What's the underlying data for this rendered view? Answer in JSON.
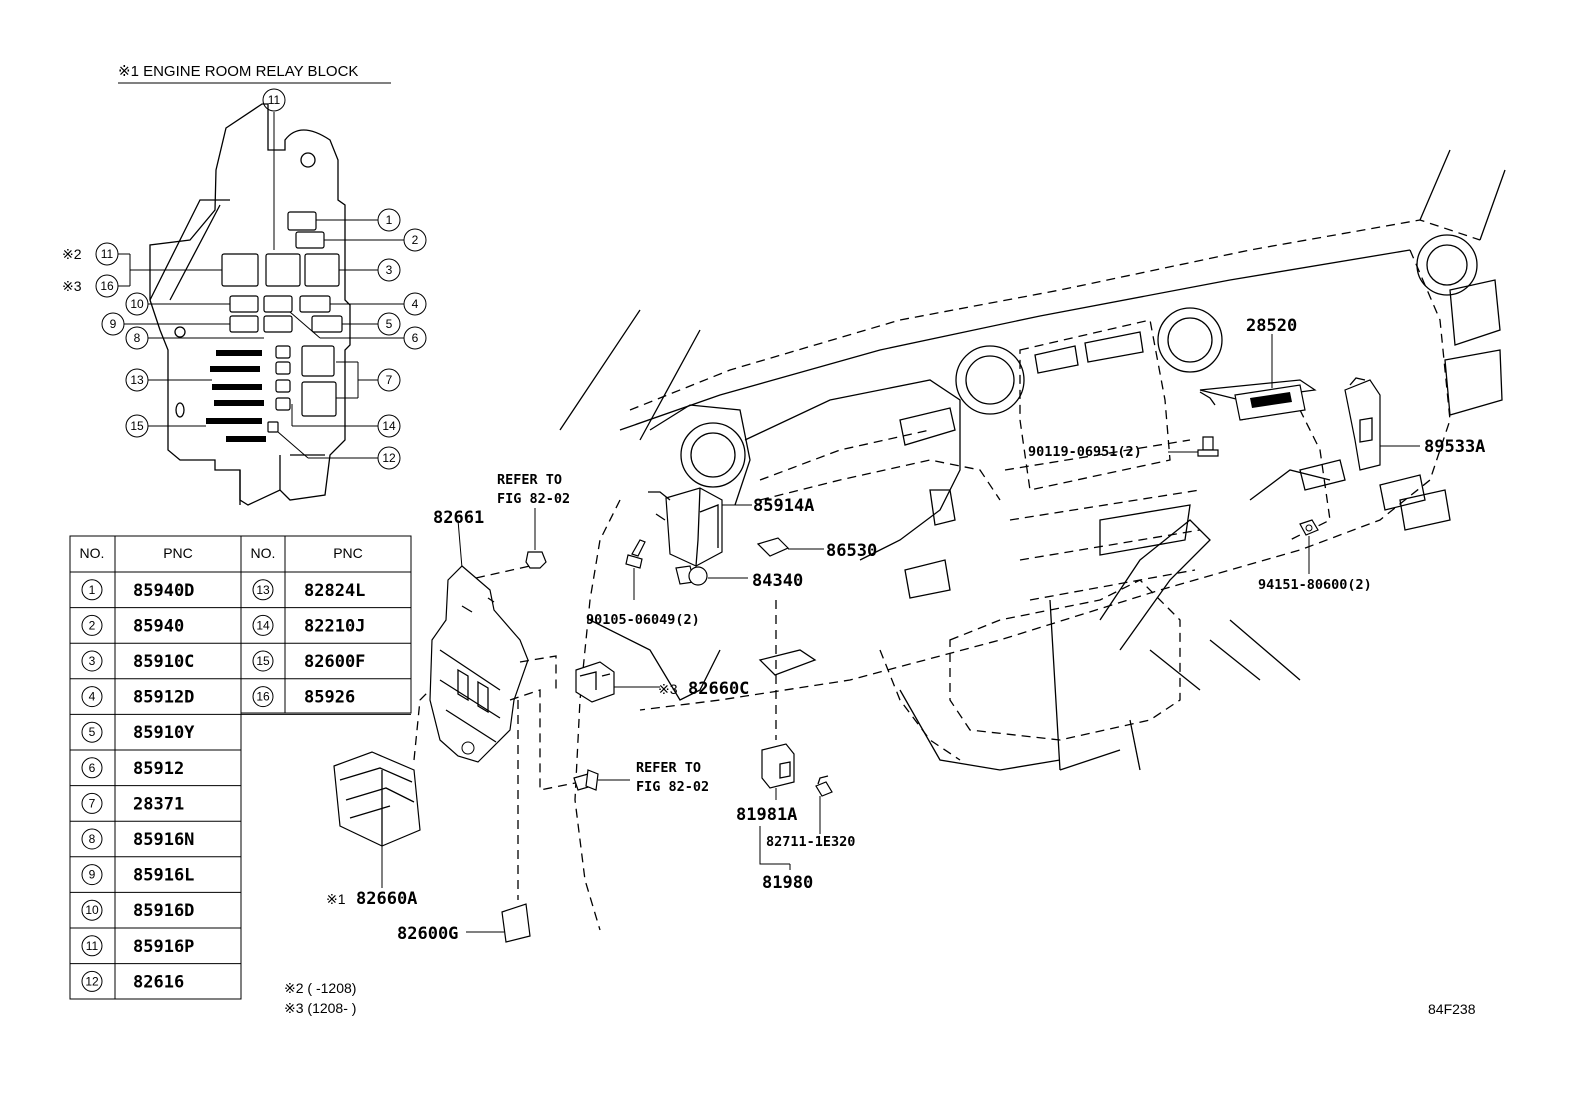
{
  "relay_block": {
    "title": "※1 ENGINE ROOM RELAY BLOCK",
    "mark2": "※2",
    "mark3": "※3",
    "callouts": [
      "1",
      "2",
      "3",
      "4",
      "5",
      "6",
      "7",
      "8",
      "9",
      "10",
      "11",
      "12",
      "13",
      "14",
      "15",
      "16"
    ]
  },
  "table": {
    "headers": [
      "NO.",
      "PNC",
      "NO.",
      "PNC"
    ],
    "rows_left": [
      {
        "no": "1",
        "pnc": "85940D"
      },
      {
        "no": "2",
        "pnc": "85940"
      },
      {
        "no": "3",
        "pnc": "85910C"
      },
      {
        "no": "4",
        "pnc": "85912D"
      },
      {
        "no": "5",
        "pnc": "85910Y"
      },
      {
        "no": "6",
        "pnc": "85912"
      },
      {
        "no": "7",
        "pnc": "28371"
      },
      {
        "no": "8",
        "pnc": "85916N"
      },
      {
        "no": "9",
        "pnc": "85916L"
      },
      {
        "no": "10",
        "pnc": "85916D"
      },
      {
        "no": "11",
        "pnc": "85916P"
      },
      {
        "no": "12",
        "pnc": "82616"
      }
    ],
    "rows_right": [
      {
        "no": "13",
        "pnc": "82824L"
      },
      {
        "no": "14",
        "pnc": "82210J"
      },
      {
        "no": "15",
        "pnc": "82600F"
      },
      {
        "no": "16",
        "pnc": "85926"
      }
    ]
  },
  "notes": {
    "note2": "※2 (      -1208)",
    "note3": "※3 (1208-       )"
  },
  "labels": {
    "p28520": "28520",
    "p89533a": "89533A",
    "p90119": "90119-06951(2)",
    "p94151": "94151-80600(2)",
    "p85914a": "85914A",
    "p86530": "86530",
    "p84340": "84340",
    "p90105": "90105-06049(2)",
    "p82661": "82661",
    "refer1_a": "REFER TO",
    "refer1_b": "FIG 82-02",
    "refer2_a": "REFER TO",
    "refer2_b": "FIG 82-02",
    "p82660c_mark": "※3",
    "p82660c": "82660C",
    "p82660a_mark": "※1",
    "p82660a": "82660A",
    "p82600g": "82600G",
    "p81981a": "81981A",
    "p82711": "82711-1E320",
    "p81980": "81980",
    "figure_code": "84F238"
  }
}
